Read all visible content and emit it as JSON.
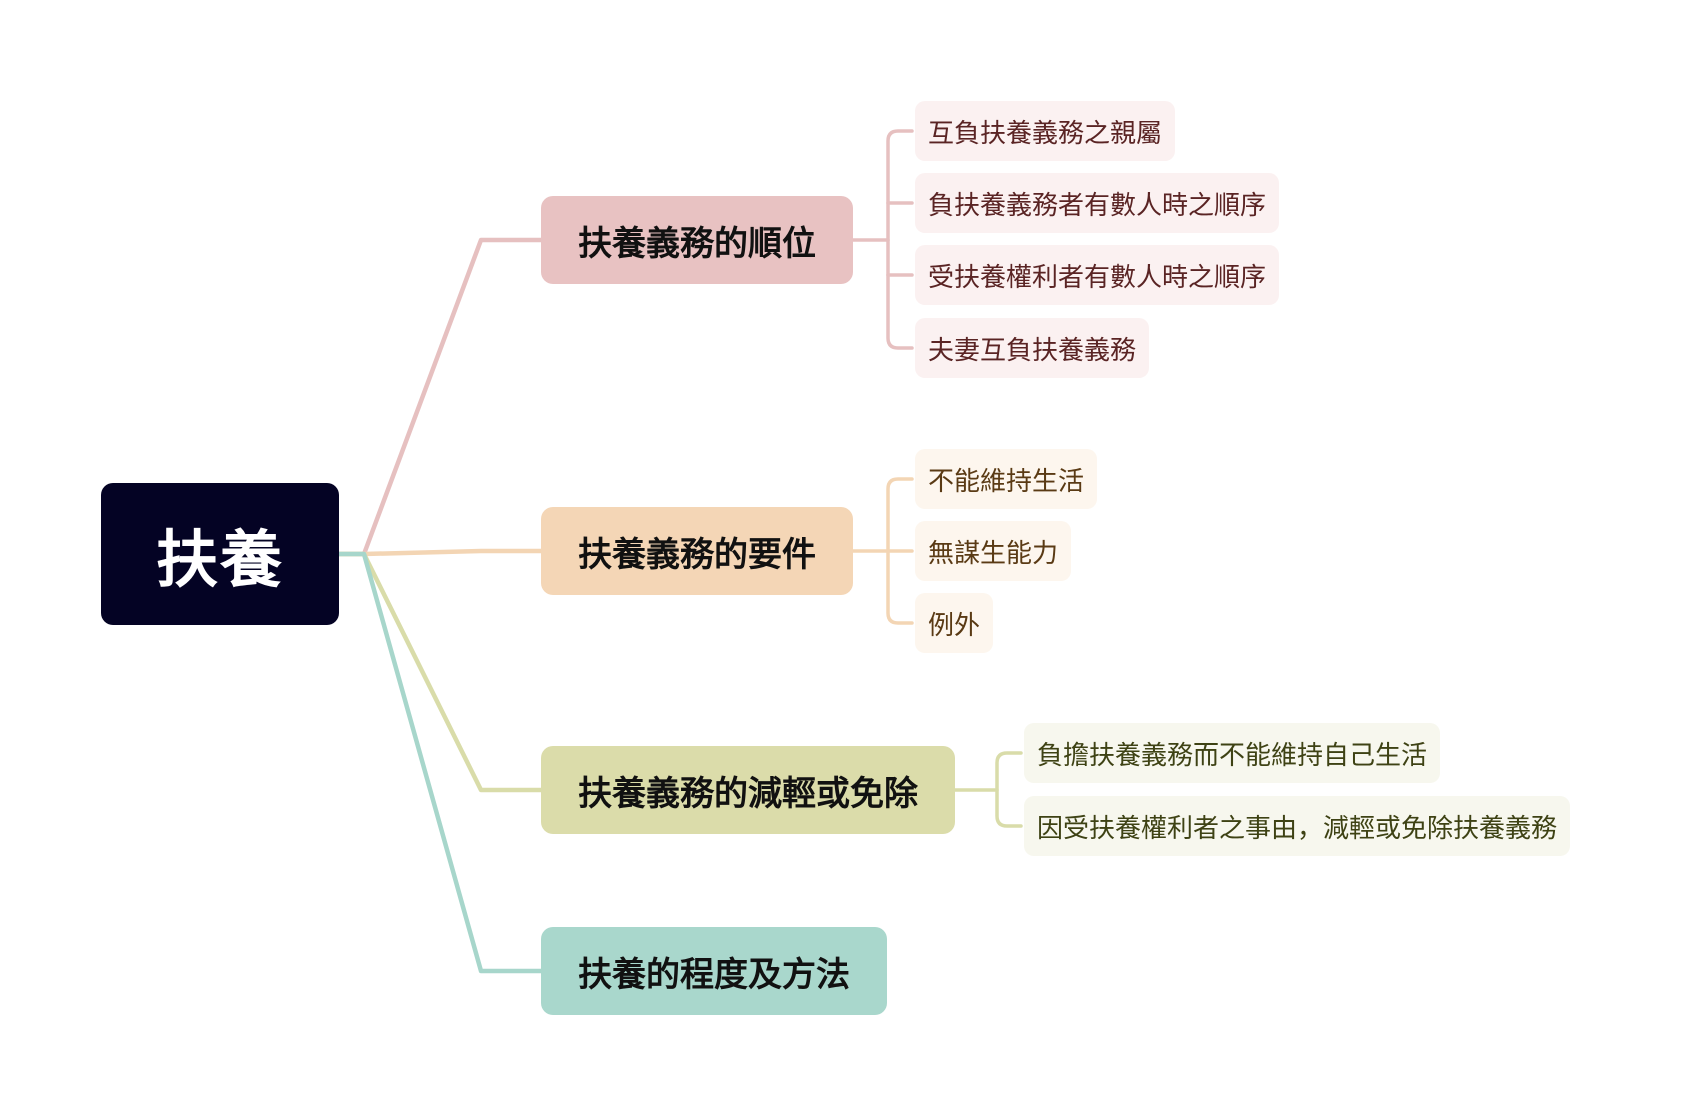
{
  "root": {
    "label": "扶養",
    "color": "#040324"
  },
  "branches": [
    {
      "label": "扶養義務的順位",
      "color": "#e8c2c2",
      "line_color": "#e6c0c0",
      "leaf_bg": "#fbf1f1",
      "leaf_text": "#5a2424",
      "children": [
        "互負扶養義務之親屬",
        "負扶養義務者有數人時之順序",
        "受扶養權利者有數人時之順序",
        "夫妻互負扶養義務"
      ]
    },
    {
      "label": "扶養義務的要件",
      "color": "#f4d6b6",
      "line_color": "#f3d5b4",
      "leaf_bg": "#fdf6ee",
      "leaf_text": "#5a3a14",
      "children": [
        "不能維持生活",
        "無謀生能力",
        "例外"
      ]
    },
    {
      "label": "扶養義務的減輕或免除",
      "color": "#dbdcaa",
      "line_color": "#d9dca9",
      "leaf_bg": "#f7f7ee",
      "leaf_text": "#3e4214",
      "children": [
        "負擔扶養義務而不能維持自己生活",
        "因受扶養權利者之事由，減輕或免除扶養義務"
      ]
    },
    {
      "label": "扶養的程度及方法",
      "color": "#a9d7cc",
      "line_color": "#a7d6cb",
      "leaf_bg": "#eef7f5",
      "leaf_text": "#1e4a40",
      "children": []
    }
  ]
}
